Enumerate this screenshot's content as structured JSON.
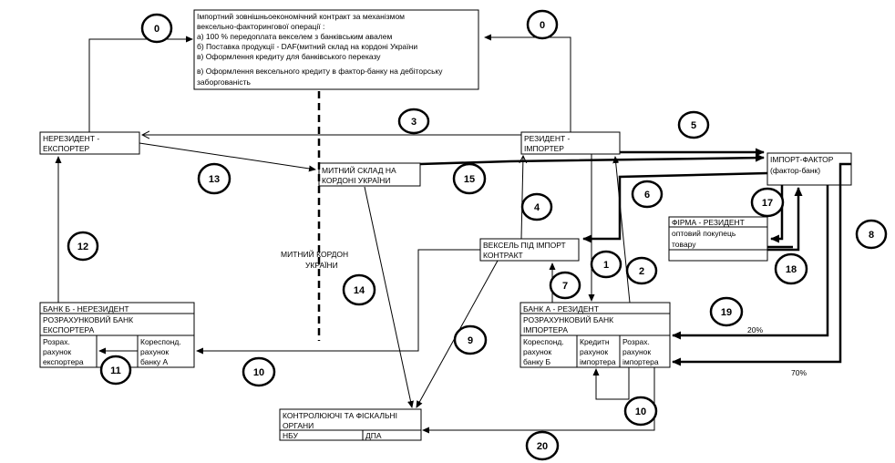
{
  "contract": {
    "lines": [
      "Імпортний  зовнішньоекономічний контракт за механізмом",
      " вексельно-факторингової операції :",
      "а) 100 % передоплата векселем з банківським авалем",
      "б) Поставка продукції - DAF(митний склад на кордоні України",
      "в) Оформлення кредиту для банківського переказу",
      "в) Оформлення вексельного кредиту в фактор-банку на дебіторську",
      "заборгованість"
    ]
  },
  "nodes": {
    "nonresident_exporter": [
      "НЕРЕЗИДЕНТ -",
      "ЕКСПОРТЕР"
    ],
    "resident_importer": [
      "РЕЗИДЕНТ -",
      "ІМПОРТЕР"
    ],
    "customs_warehouse": [
      "МИТНИЙ СКЛАД НА",
      "КОРДОНІ УКРАЇНИ"
    ],
    "import_factor": [
      "ІМПОРТ-ФАКТОР",
      "(фактор-банк)"
    ],
    "firm_resident": {
      "title": "ФІРМА - РЕЗИДЕНТ",
      "lines": [
        "оптовий покупець",
        "товару"
      ]
    },
    "bill_for_import": [
      "ВЕКСЕЛЬ ПІД ІМПОРТ",
      "КОНТРАКТ"
    ],
    "customs_border": [
      "МИТНИЙ  КОРДОН",
      "УКРАЇНИ"
    ],
    "bank_b": {
      "title": "БАНК Б - НЕРЕЗИДЕНТ",
      "subtitle": [
        "РОЗРАХУНКОВИЙ БАНК",
        "ЕКСПОРТЕРА"
      ],
      "left_cell": [
        "Розрах.",
        "рахунок",
        "експортера"
      ],
      "right_cell": [
        "Кореспонд.",
        "рахунок",
        "банку А"
      ]
    },
    "bank_a": {
      "title": "БАНК А - РЕЗИДЕНТ",
      "subtitle": [
        "РОЗРАХУНКОВИЙ БАНК",
        "ІМПОРТЕРА"
      ],
      "cell1": [
        "Кореспонд.",
        "рахунок",
        "банку Б"
      ],
      "cell2": [
        "Кредитн",
        "рахунок",
        "імпортера"
      ],
      "cell3": [
        "Розрах.",
        "рахунок",
        "імпортера"
      ]
    },
    "control": {
      "title": [
        "КОНТРОЛЮЮЧІ ТА ФІСКАЛЬНІ",
        "ОРГАНИ"
      ],
      "left": "НБУ",
      "right": "ДПА"
    }
  },
  "percentages": {
    "p20": "20%",
    "p70": "70%"
  },
  "step_labels": [
    {
      "id": "s0a",
      "text": "0"
    },
    {
      "id": "s0b",
      "text": "0"
    },
    {
      "id": "s3",
      "text": "3"
    },
    {
      "id": "s5",
      "text": "5"
    },
    {
      "id": "s13",
      "text": "13"
    },
    {
      "id": "s15",
      "text": "15"
    },
    {
      "id": "s6",
      "text": "6"
    },
    {
      "id": "s17",
      "text": "17"
    },
    {
      "id": "s4",
      "text": "4"
    },
    {
      "id": "s8",
      "text": "8"
    },
    {
      "id": "s12",
      "text": "12"
    },
    {
      "id": "s1",
      "text": "1"
    },
    {
      "id": "s2",
      "text": "2"
    },
    {
      "id": "s18",
      "text": "18"
    },
    {
      "id": "s7",
      "text": "7"
    },
    {
      "id": "s14",
      "text": "14"
    },
    {
      "id": "s19",
      "text": "19"
    },
    {
      "id": "s9",
      "text": "9"
    },
    {
      "id": "s11",
      "text": "11"
    },
    {
      "id": "s10a",
      "text": "10"
    },
    {
      "id": "s10b",
      "text": "10"
    },
    {
      "id": "s20",
      "text": "20"
    }
  ],
  "colors": {
    "stroke": "#000000",
    "background": "#ffffff"
  }
}
